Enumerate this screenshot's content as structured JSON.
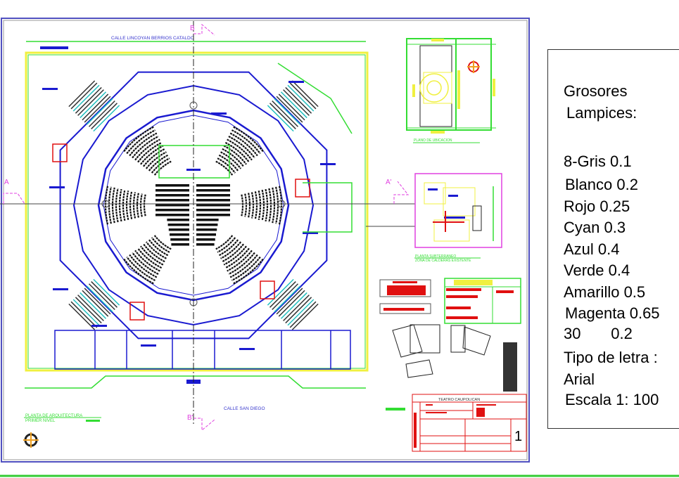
{
  "drawing": {
    "street_top": "CALLE LINCOYAN BERRIOS CATALDO",
    "street_bottom": "CALLE SAN DIEGO",
    "section_marks": {
      "a_left": "A",
      "a_right": "A'",
      "b_top": "B",
      "b_bottom": "B'"
    },
    "plan_title": "PLANTA DE ARQUITECTURA",
    "plan_subtitle": "PRIMER NIVEL",
    "location_plan_title": "PLANO DE UBICACION",
    "basement_title": "PLANTA SUBTERRANEO",
    "basement_subtitle": "ZONA DE CALDERAS EXISTENTE",
    "icons": [
      "north-arrow-icon",
      "compass-rose-icon"
    ]
  },
  "title_block": {
    "project": "TEATRO CAUPOLICAN",
    "sheet_number": "1"
  },
  "legend": {
    "title_line1": "Grosores",
    "title_line2": "Lampices:",
    "items": [
      "8-Gris 0.1",
      "Blanco 0.2",
      "Rojo 0.25",
      "Cyan 0.3",
      "Azul 0.4",
      "Verde 0.4",
      "Amarillo 0.5",
      "Magenta 0.65",
      "30       0.2"
    ],
    "font_label": "Tipo de letra :",
    "font_value": "Arial",
    "scale": "Escala 1: 100"
  },
  "colors": {
    "wall": "#1a1ad0",
    "boundary": "#f0f040",
    "green": "#33dd33",
    "red": "#e01010",
    "magenta": "#e040e0",
    "frame": "#5050c0"
  }
}
